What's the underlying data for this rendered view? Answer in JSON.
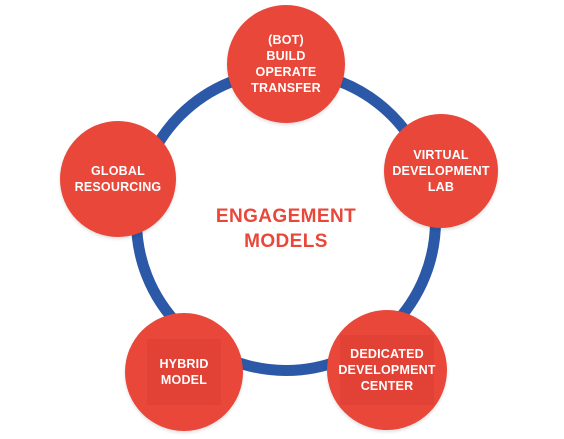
{
  "diagram": {
    "center_title_lines": [
      "ENGAGEMENT",
      "MODELS"
    ],
    "nodes": [
      {
        "id": "bot",
        "lines": [
          "(BOT)",
          "BUILD",
          "OPERATE",
          "TRANSFER"
        ]
      },
      {
        "id": "vdl",
        "lines": [
          "VIRTUAL",
          "DEVELOPMENT",
          "LAB"
        ]
      },
      {
        "id": "global",
        "lines": [
          "GLOBAL",
          "RESOURCING"
        ]
      },
      {
        "id": "hybrid",
        "lines": [
          "HYBRID",
          "MODEL"
        ]
      },
      {
        "id": "ddc",
        "lines": [
          "DEDICATED",
          "DEVELOPMENT",
          "CENTER"
        ]
      }
    ]
  },
  "colors": {
    "ring": "#2b59a8",
    "node_fill": "#e8473a",
    "node_text": "#ffffff",
    "center_text": "#e8473a",
    "background": "#ffffff"
  }
}
